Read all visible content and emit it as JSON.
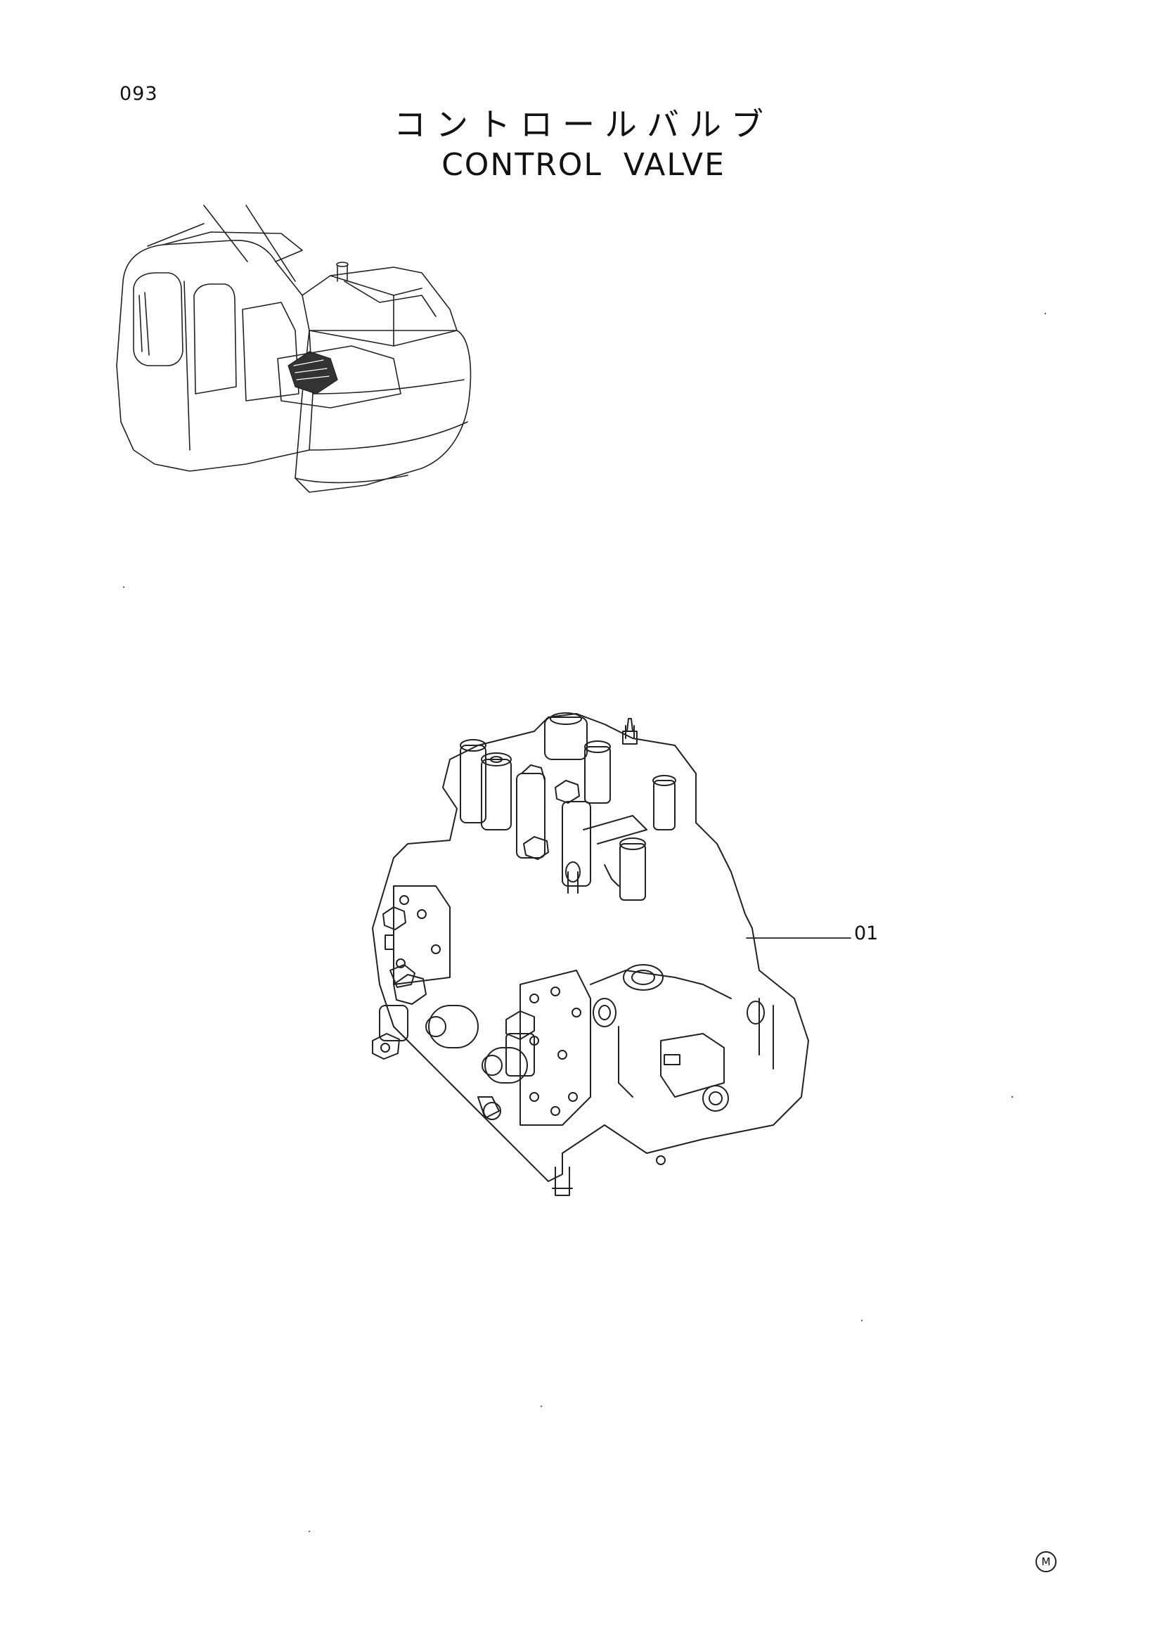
{
  "page": {
    "number": "093",
    "title_jp": "コントロールバルブ",
    "title_en": "CONTROL VALVE"
  },
  "diagram": {
    "callouts": [
      {
        "label": "01"
      }
    ],
    "mark": "M"
  },
  "colors": {
    "line": "#222222",
    "background": "#ffffff"
  }
}
